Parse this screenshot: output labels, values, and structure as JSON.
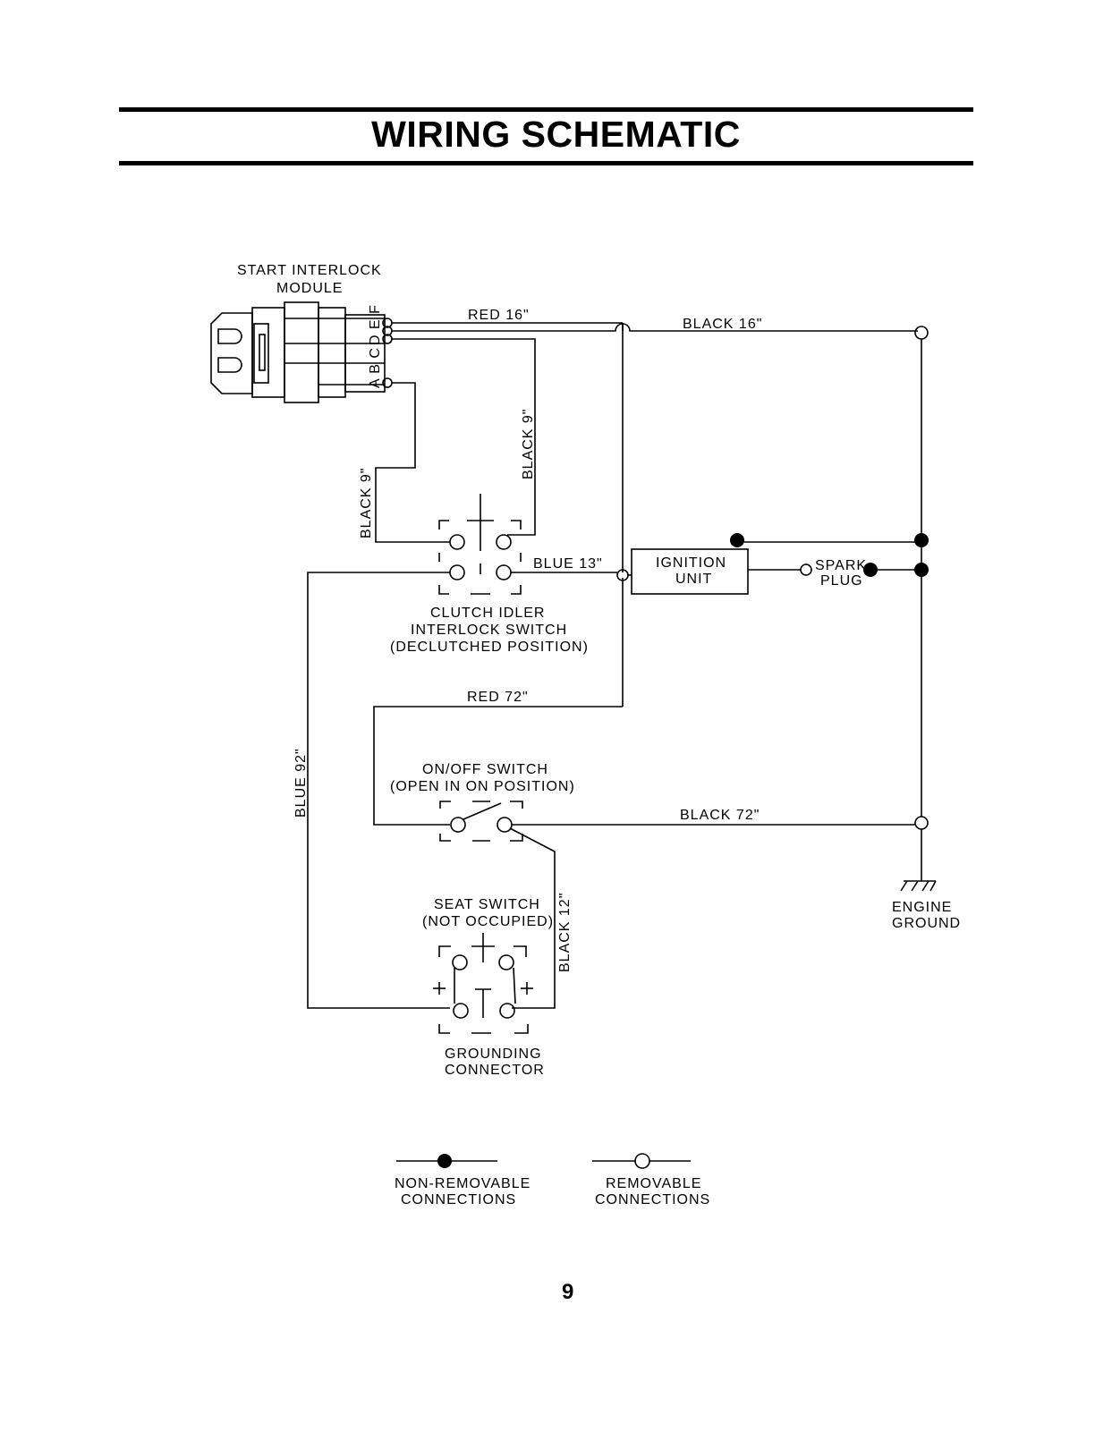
{
  "header": {
    "title": "WIRING SCHEMATIC"
  },
  "components": {
    "module": {
      "line1": "START INTERLOCK",
      "line2": "MODULE",
      "pin_labels_top": "D E F",
      "pin_labels_bottom": "A B C"
    },
    "clutch_switch": {
      "line1": "CLUTCH IDLER",
      "line2": "INTERLOCK SWITCH",
      "line3": "(DECLUTCHED POSITION)"
    },
    "onoff_switch": {
      "line1": "ON/OFF SWITCH",
      "line2": "(OPEN IN ON POSITION)"
    },
    "seat_switch": {
      "line1": "SEAT SWITCH",
      "line2": "(NOT OCCUPIED)"
    },
    "grounding_connector": {
      "line1": "GROUNDING",
      "line2": "CONNECTOR"
    },
    "ignition_unit": {
      "line1": "IGNITION",
      "line2": "UNIT"
    },
    "spark_plug": {
      "line1": "SPARK",
      "line2": "PLUG"
    },
    "engine_ground": {
      "line1": "ENGINE",
      "line2": "GROUND"
    }
  },
  "wires": {
    "red_16": "RED 16\"",
    "black_16": "BLACK 16\"",
    "black_9_left": "BLACK 9\"",
    "black_9_right": "BLACK 9\"",
    "blue_13": "BLUE 13\"",
    "red_72": "RED 72\"",
    "blue_92": "BLUE 92\"",
    "black_72": "BLACK 72\"",
    "black_12": "BLACK 12\""
  },
  "legend": {
    "non_removable": {
      "line1": "NON-REMOVABLE",
      "line2": "CONNECTIONS"
    },
    "removable": {
      "line1": "REMOVABLE",
      "line2": "CONNECTIONS"
    }
  },
  "footer": {
    "page_number": "9"
  }
}
